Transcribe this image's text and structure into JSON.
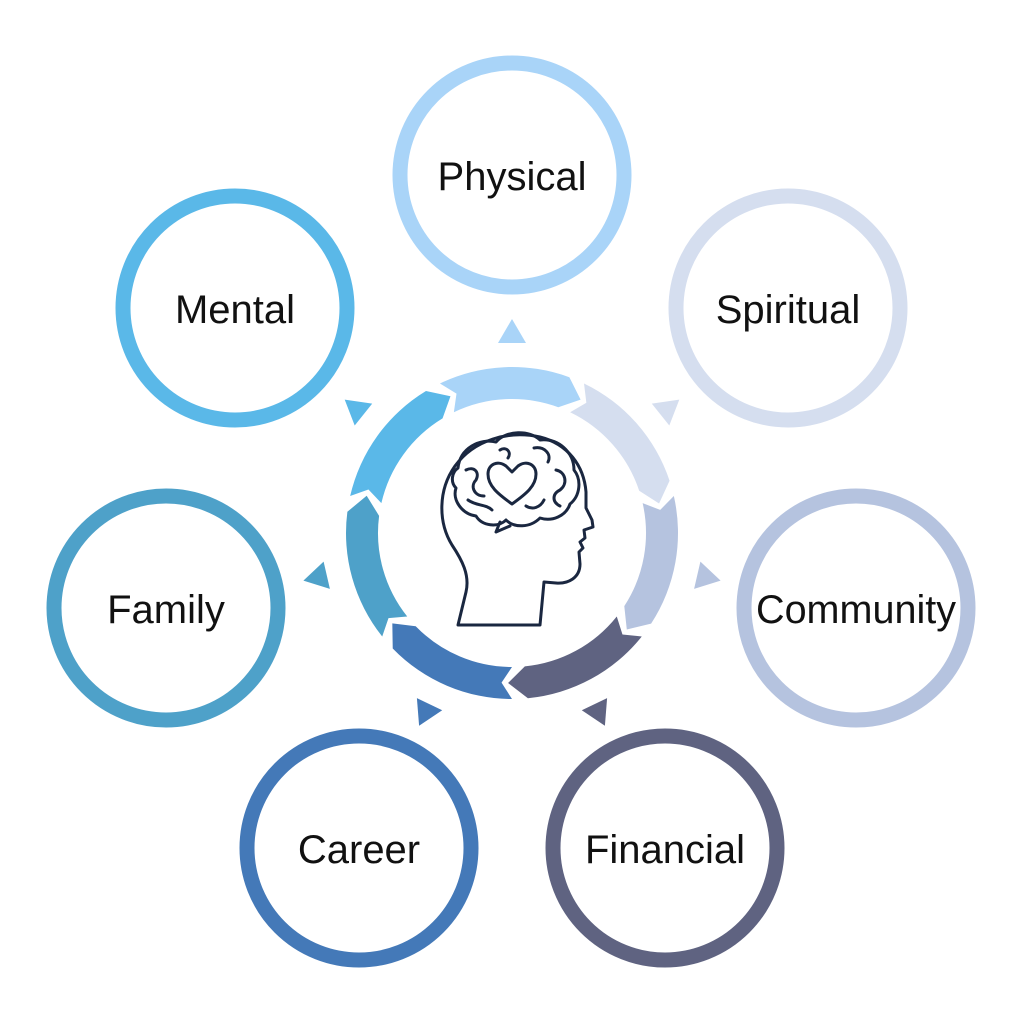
{
  "diagram": {
    "center_icon": "head-with-brain-and-heart-icon",
    "nodes": [
      {
        "id": "physical",
        "label": "Physical",
        "color": "#a9d4f8"
      },
      {
        "id": "spiritual",
        "label": "Spiritual",
        "color": "#d5deef"
      },
      {
        "id": "community",
        "label": "Community",
        "color": "#b5c3df"
      },
      {
        "id": "financial",
        "label": "Financial",
        "color": "#5f6381"
      },
      {
        "id": "career",
        "label": "Career",
        "color": "#4479b8"
      },
      {
        "id": "family",
        "label": "Family",
        "color": "#4ea1c9"
      },
      {
        "id": "mental",
        "label": "Mental",
        "color": "#5ab8e8"
      }
    ],
    "icon_color": "#1a2740"
  }
}
